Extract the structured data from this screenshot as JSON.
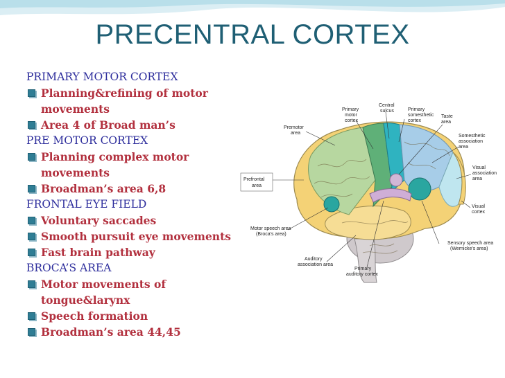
{
  "title": "PRECENTRAL CORTEX",
  "lines": [
    {
      "type": "head",
      "text": "PRIMARY MOTOR CORTEX"
    },
    {
      "type": "bullet",
      "text": "Planning&refining of motor",
      "cont": "movements"
    },
    {
      "type": "bullet",
      "text": "Area 4 of Broad man’s"
    },
    {
      "type": "head",
      "text": "PRE MOTOR CORTEX"
    },
    {
      "type": "bullet",
      "text": "Planning complex motor",
      "cont": "movements"
    },
    {
      "type": "bullet",
      "text": "Broadman’s area 6,8"
    },
    {
      "type": "head",
      "text": "FRONTAL EYE FIELD"
    },
    {
      "type": "bullet",
      "text": "Voluntary saccades"
    },
    {
      "type": "bullet",
      "text": "Smooth pursuit eye movements"
    },
    {
      "type": "bullet",
      "text": "Fast brain pathway"
    },
    {
      "type": "head",
      "text": "BROCA’S AREA"
    },
    {
      "type": "bullet",
      "text": "Motor movements of",
      "cont": "tongue&larynx"
    },
    {
      "type": "bullet",
      "text": "Speech formation"
    },
    {
      "type": "bullet",
      "text": "Broadman’s area 44,45"
    }
  ],
  "diagram": {
    "labels": {
      "central_sulcus_1": "Central",
      "central_sulcus_2": "sulcus",
      "primary_motor_1": "Primary",
      "primary_motor_2": "motor",
      "primary_motor_3": "cortex",
      "primary_somesthetic_1": "Primary",
      "primary_somesthetic_2": "somesthetic",
      "primary_somesthetic_3": "cortex",
      "premotor_1": "Premotor",
      "premotor_2": "area",
      "taste_1": "Taste",
      "taste_2": "area",
      "somesthetic_assoc_1": "Somesthetic",
      "somesthetic_assoc_2": "association",
      "somesthetic_assoc_3": "area",
      "prefrontal_1": "Prefrontal",
      "prefrontal_2": "area",
      "visual_assoc_1": "Visual",
      "visual_assoc_2": "association",
      "visual_assoc_3": "area",
      "visual_cortex_1": "Visual",
      "visual_cortex_2": "cortex",
      "motor_speech_1": "Motor speech area",
      "motor_speech_2": "(Broca's area)",
      "sensory_speech_1": "Sensory speech area",
      "sensory_speech_2": "(Wernicke's area)",
      "auditory_assoc_1": "Auditory",
      "auditory_assoc_2": "association area",
      "primary_auditory_1": "Primary",
      "primary_auditory_2": "auditory cortex"
    }
  }
}
